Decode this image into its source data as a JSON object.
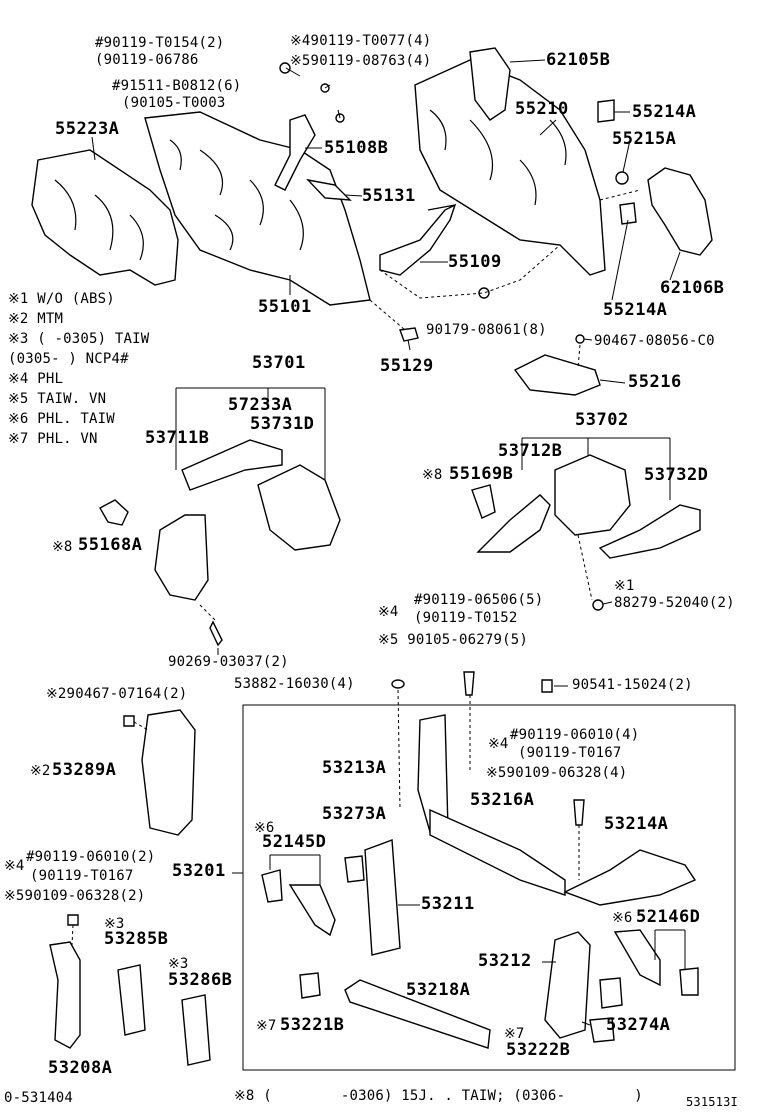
{
  "parts": {
    "p62105B": "62105B",
    "p55210": "55210",
    "p55214A_top": "55214A",
    "p55215A": "55215A",
    "p55223A": "55223A",
    "p55108B": "55108B",
    "p55131": "55131",
    "p55109": "55109",
    "p55101": "55101",
    "p55129": "55129",
    "p62106B": "62106B",
    "p55214A_bot": "55214A",
    "p55216": "55216",
    "p53701": "53701",
    "p57233A": "57233A",
    "p53731D": "53731D",
    "p53711B": "53711B",
    "p53702": "53702",
    "p53712B": "53712B",
    "p53732D": "53732D",
    "p55169B": "55169B",
    "p55168A": "55168A",
    "p53289A": "53289A",
    "p53213A": "53213A",
    "p53216A": "53216A",
    "p53214A": "53214A",
    "p53273A": "53273A",
    "p52145D": "52145D",
    "p53201": "53201",
    "p53211": "53211",
    "p52146D": "52146D",
    "p53285B": "53285B",
    "p53212": "53212",
    "p53218A": "53218A",
    "p53286B": "53286B",
    "p53221B": "53221B",
    "p53274A": "53274A",
    "p53222B": "53222B",
    "p53208A": "53208A"
  },
  "fasteners": {
    "f1": "#90119-T0154(2)",
    "f2": "(90119-06786",
    "f3": "※490119-T0077(4)",
    "f4": "※590119-08763(4)",
    "f5": "#91511-B0812(6)",
    "f6": "(90105-T0003",
    "f7": "90179-08061(8)",
    "f8": "90467-08056-C0",
    "f9": "#90119-06506(5)",
    "f10": "(90119-T0152",
    "f11": "※4",
    "f12": "※1",
    "f13": "88279-52040(2)",
    "f14": "※5 90105-06279(5)",
    "f15": "90269-03037(2)",
    "f16": "53882-16030(4)",
    "f17": "90541-15024(2)",
    "f18": "※290467-07164(2)",
    "f19": "※4",
    "f20": "#90119-06010(4)",
    "f21": "(90119-T0167",
    "f22": "※590109-06328(4)",
    "f23": "※4",
    "f24": "#90119-06010(2)",
    "f25": "(90119-T0167",
    "f26": "※590109-06328(2)"
  },
  "markers": {
    "m55169B": "※8",
    "m55168A": "※8",
    "m53289A": "※2",
    "m52145D": "※6",
    "m52146D": "※6",
    "m53285B": "※3",
    "m53286B": "※3",
    "m53221B": "※7",
    "m53222B": "※7"
  },
  "legend": [
    "※1 W/O (ABS)",
    "※2 MTM",
    "※3 (        -0305) TAIW",
    "   (0305-        ) NCP4#",
    "※4 PHL",
    "※5 TAIW. VN",
    "※6 PHL. TAIW",
    "※7 PHL. VN"
  ],
  "footer": {
    "left": "0-531404",
    "note": "※8 (        -0306) 15J. . TAIW; (0306-        )",
    "right": "531513I"
  }
}
